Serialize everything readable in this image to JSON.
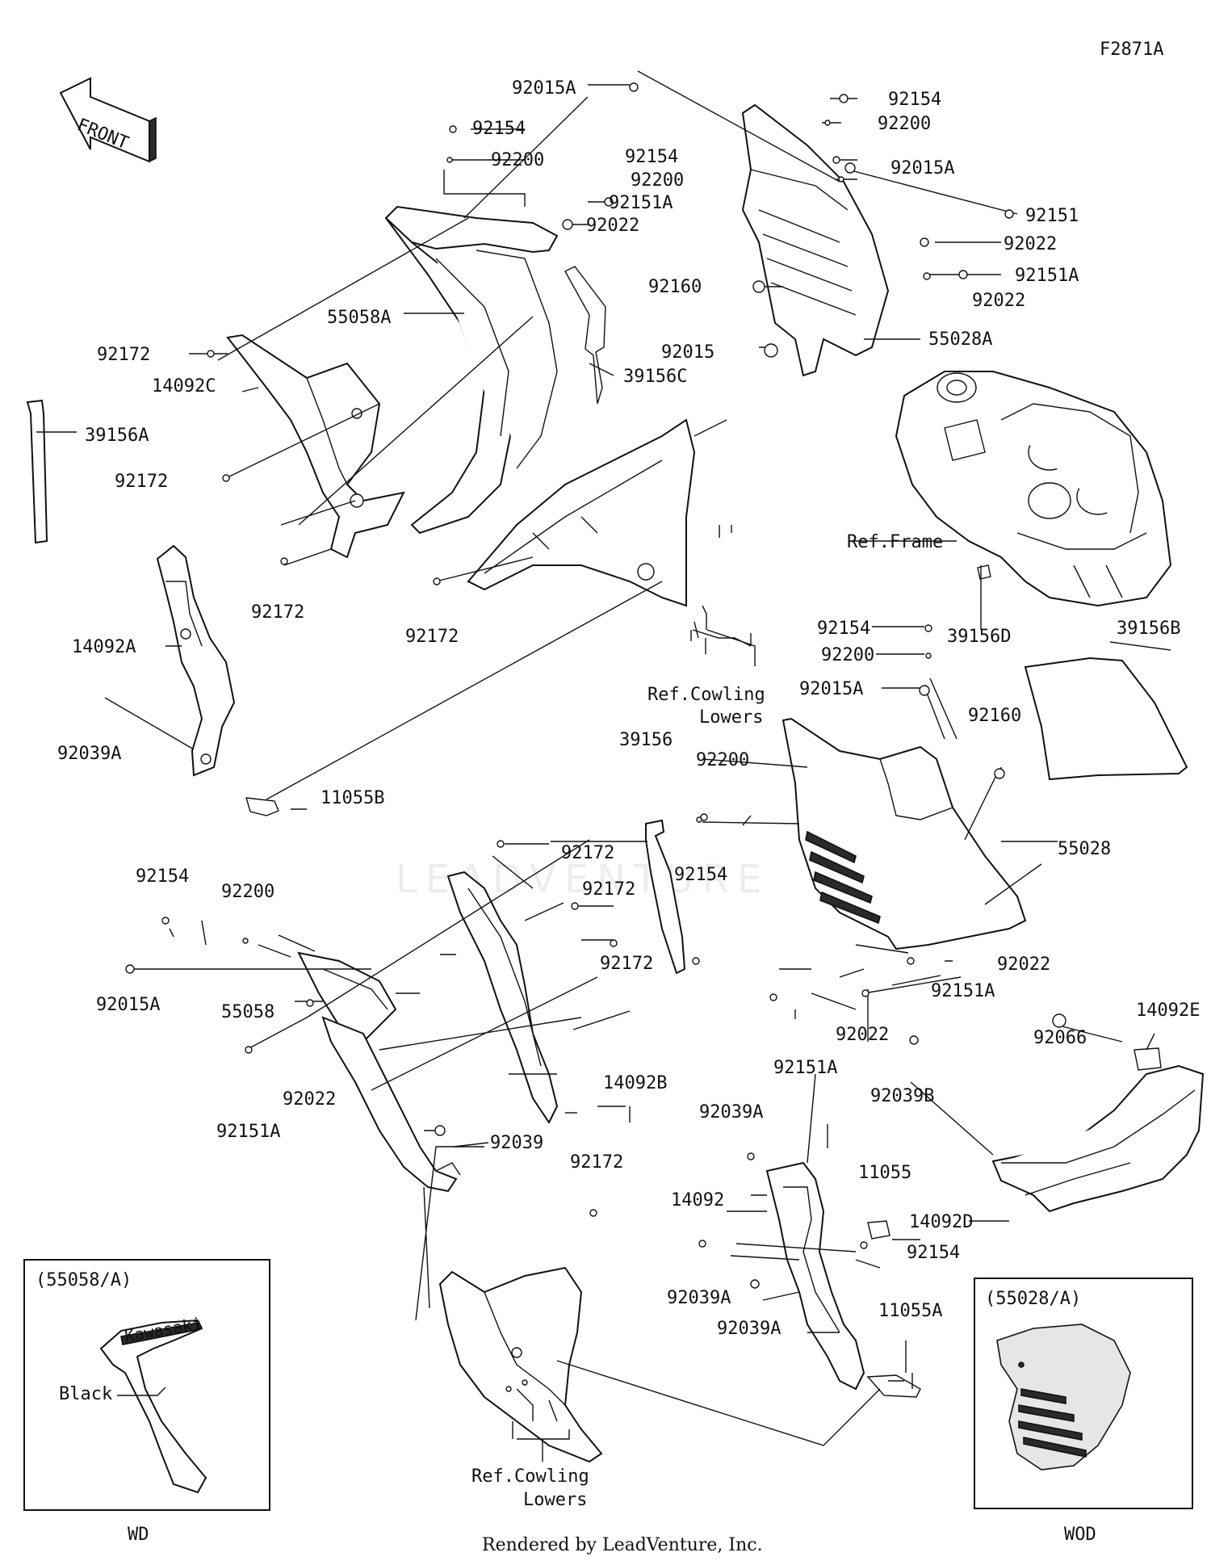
{
  "figure_id": "F2871A",
  "front_arrow": {
    "label": "FRONT",
    "icon": "front-arrow-icon"
  },
  "watermark": "LEADVENTURE",
  "footer": "Rendered by LeadVenture, Inc.",
  "callouts": [
    "92015A",
    "92154",
    "92200",
    "92151A",
    "92022",
    "55058A",
    "92172",
    "14092C",
    "39156A",
    "92172",
    "92172",
    "92172",
    "39156C",
    "14092A",
    "92039A",
    "11055B",
    "92154",
    "92200",
    "92154",
    "92200",
    "92015A",
    "92151",
    "92022",
    "92151A",
    "92022",
    "92160",
    "55028A",
    "92015",
    "Ref.Frame",
    "39156D",
    "39156B",
    "92154",
    "92200",
    "92015A",
    "92160",
    "Ref.Cowling",
    "Lowers",
    "39156",
    "92200",
    "92154",
    "55028",
    "92022",
    "92151A",
    "92022",
    "92151A",
    "14092E",
    "92066",
    "92039B",
    "92172",
    "92154",
    "92200",
    "92172",
    "92172",
    "92015A",
    "55058",
    "92022",
    "92151A",
    "14092B",
    "92039",
    "92172",
    "92039A",
    "14092",
    "11055",
    "14092D",
    "92154",
    "92039A",
    "92039A",
    "11055A",
    "Ref.Cowling",
    "Lowers"
  ],
  "inset_left": {
    "title": "(55058/A)",
    "label": "Black",
    "caption": "WD",
    "logo_text": "Kawasaki"
  },
  "inset_right": {
    "title": "(55028/A)",
    "caption": "WOD"
  }
}
